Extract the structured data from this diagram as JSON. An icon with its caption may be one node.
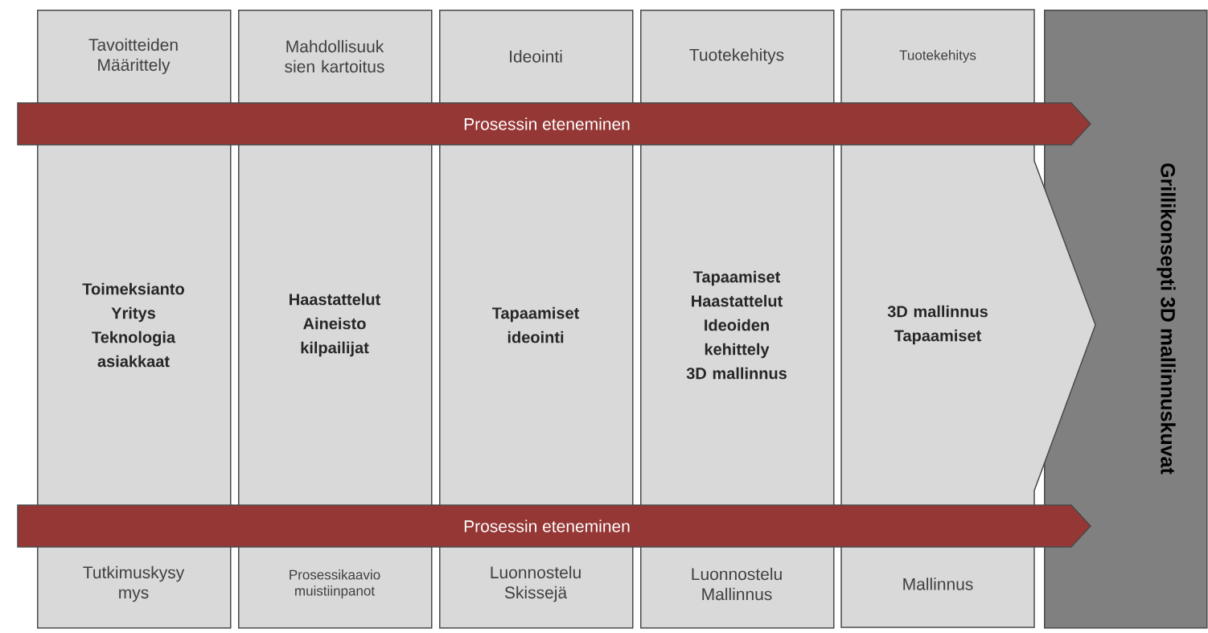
{
  "diagram": {
    "nodes": [
      {
        "text": [
          "Tavoitteiden Määrittely",
          "Toimeksianto",
          "Yritys",
          "Teknologia",
          "asiakkaat",
          "Tutkimuskysy mys"
        ]
      },
      {
        "text": [
          "Mahdollisuuk sien kartoitus",
          "Haastattelut",
          "Aineisto",
          "kilpailijat",
          "Prosessikaavio muistiinpanot"
        ]
      },
      {
        "text": [
          "Ideointi",
          "Tapaamiset",
          "ideointi",
          "Luonnostelu Skissejä"
        ]
      },
      {
        "text": [
          "Tuotekehitys",
          "Tapaamiset",
          "Haastattelut",
          "Ideoiden kehittely",
          "3D mallinnus",
          "Luonnostelu Mallinnus"
        ]
      },
      {
        "text": [
          "Tuotekehitys",
          "3D mallinnus",
          "Tapaamiset",
          "Mallinnus"
        ]
      },
      {
        "text": [
          "Prosessin eteneminen"
        ]
      },
      {
        "text": [
          "Prosessin eteneminen"
        ]
      },
      {
        "text": [
          "Grillikonsepti 3D mallinnuskuvat"
        ]
      }
    ]
  }
}
